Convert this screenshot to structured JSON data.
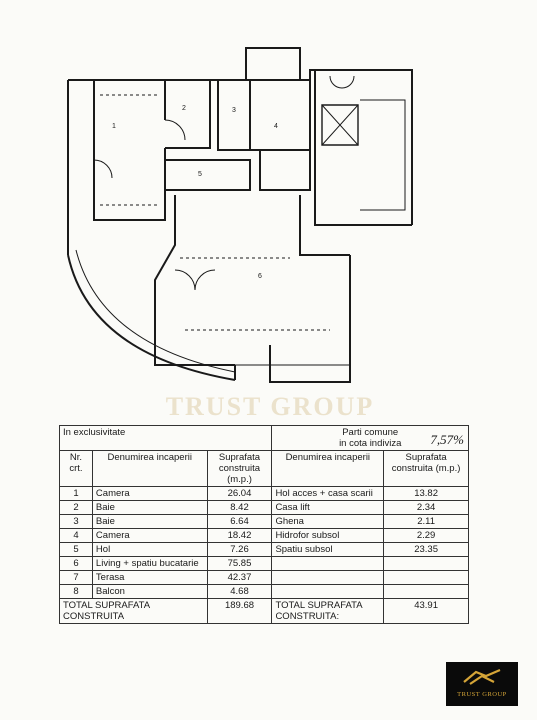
{
  "watermark": "TRUST GROUP",
  "table": {
    "section_left": "In exclusivitate",
    "section_right_line1": "Parti comune",
    "section_right_line2": "in cota indiviza",
    "handwritten_quota": "7,57%",
    "col_nr": "Nr. crt.",
    "col_room": "Denumirea incaperii",
    "col_area": "Suprafata construita (m.p.)",
    "rows": [
      {
        "nr": "1",
        "room": "Camera",
        "area": "26.04",
        "common": "Hol acces + casa scarii",
        "common_area": "13.82"
      },
      {
        "nr": "2",
        "room": "Baie",
        "area": "8.42",
        "common": "Casa lift",
        "common_area": "2.34"
      },
      {
        "nr": "3",
        "room": "Baie",
        "area": "6.64",
        "common": "Ghena",
        "common_area": "2.11"
      },
      {
        "nr": "4",
        "room": "Camera",
        "area": "18.42",
        "common": "Hidrofor subsol",
        "common_area": "2.29"
      },
      {
        "nr": "5",
        "room": "Hol",
        "area": "7.26",
        "common": "Spatiu subsol",
        "common_area": "23.35"
      },
      {
        "nr": "6",
        "room": "Living + spatiu bucatarie",
        "area": "75.85",
        "common": "",
        "common_area": ""
      },
      {
        "nr": "7",
        "room": "Terasa",
        "area": "42.37",
        "common": "",
        "common_area": ""
      },
      {
        "nr": "8",
        "room": "Balcon",
        "area": "4.68",
        "common": "",
        "common_area": ""
      }
    ],
    "total_left_label": "TOTAL SUPRAFATA CONSTRUITA",
    "total_left_value": "189.68",
    "total_right_label": "TOTAL SUPRAFATA CONSTRUITA:",
    "total_right_value": "43.91"
  },
  "logo": {
    "text": "TRUST GROUP",
    "accent": "#d4a437"
  },
  "colors": {
    "line": "#1a1a1a",
    "paper": "#fbfbf8",
    "watermark": "#d6c496"
  }
}
